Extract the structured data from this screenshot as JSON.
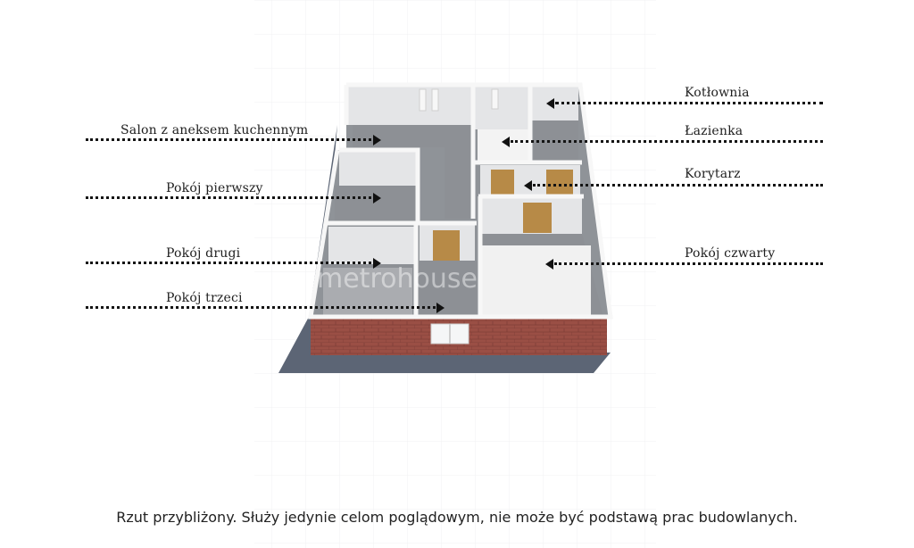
{
  "labels": {
    "salon": "Salon z aneksem kuchennym",
    "pierwszy": "Pokój pierwszy",
    "drugi": "Pokój drugi",
    "trzeci": "Pokój trzeci",
    "kotlownia": "Kotłownia",
    "lazienka": "Łazienka",
    "korytarz": "Korytarz",
    "czwarty": "Pokój czwarty"
  },
  "watermark": "metrohouse",
  "disclaimer": "Rzut przybliżony. Służy jedynie celom poglądowym, nie może być podstawą prac budowlanych.",
  "colors": {
    "floor": "#8f9398",
    "wall_top": "#f4f4f4",
    "wall_inner": "#e2e3e5",
    "brick": "#9a4f45",
    "shadow": "#5c6575",
    "door": "#b78a47",
    "leader": "#141414"
  }
}
